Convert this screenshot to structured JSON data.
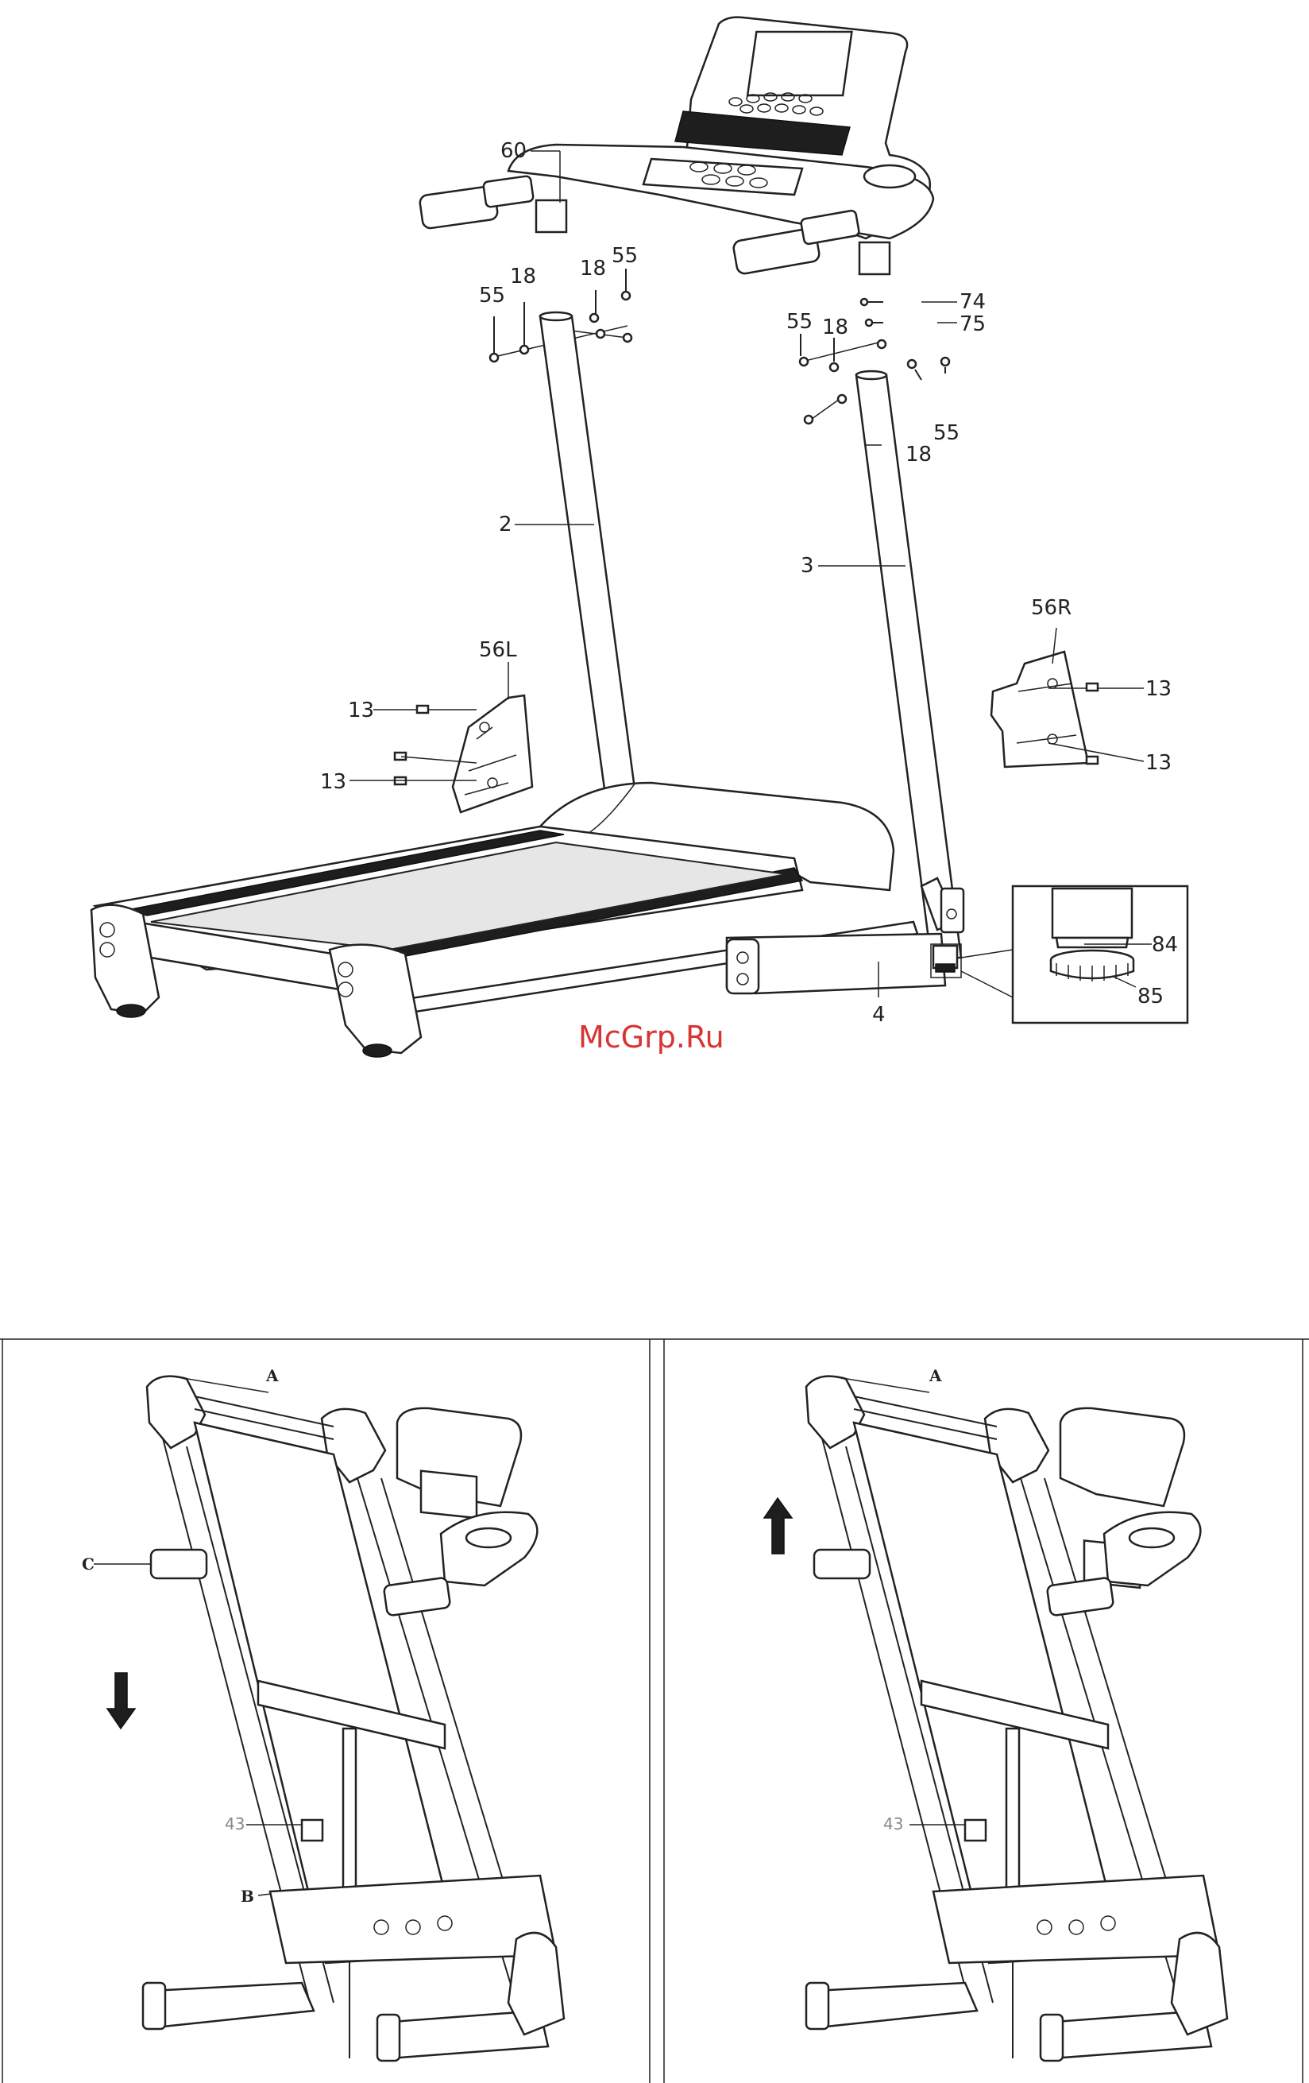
{
  "top_diagram": {
    "labels": {
      "l60": "60",
      "l55a": "55",
      "l18a": "18",
      "l18b": "18",
      "l55b": "55",
      "l74": "74",
      "l75": "75",
      "l55c": "55",
      "l18c": "18",
      "l18d": "18",
      "l55d": "55",
      "l2": "2",
      "l3": "3",
      "l56R": "56R",
      "l56L": "56L",
      "l13a": "13",
      "l13b": "13",
      "l13c": "13",
      "l13d": "13",
      "l84": "84",
      "l85": "85",
      "l4": "4"
    }
  },
  "watermark": "McGrp.Ru",
  "bottom_left_diagram": {
    "labels": {
      "A": "A",
      "C": "C",
      "n43": "43",
      "B": "B"
    },
    "arrow_direction": "down"
  },
  "bottom_right_diagram": {
    "labels": {
      "A": "A",
      "n43": "43"
    },
    "arrow_direction": "up"
  }
}
